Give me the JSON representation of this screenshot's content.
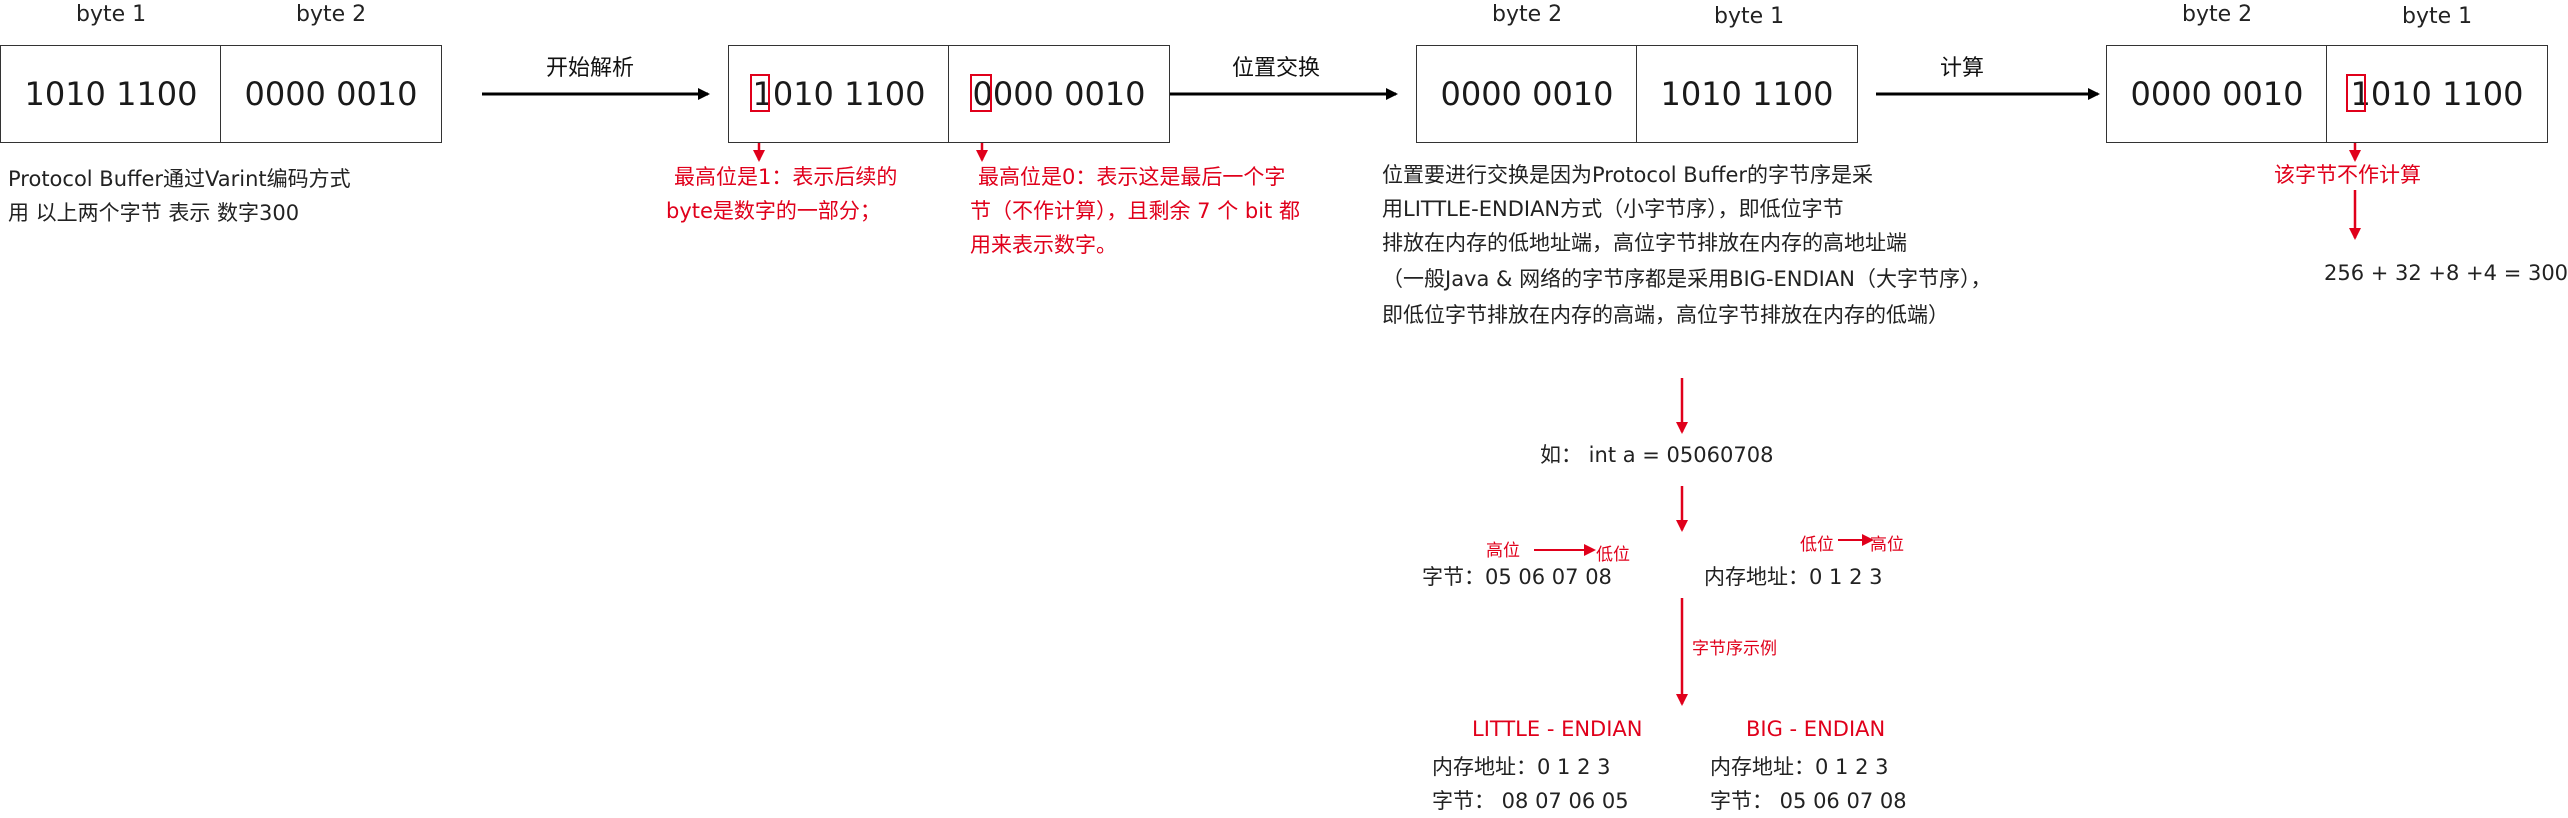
{
  "colors": {
    "accent_red": "#e0001b",
    "stroke": "#000000",
    "box_border": "#333333"
  },
  "stage1": {
    "headers": [
      "byte 1",
      "byte 2"
    ],
    "bytes": [
      "1010 1100",
      "0000 0010"
    ],
    "description": [
      "Protocol Buffer通过Varint编码方式",
      "用 以上两个字节 表示 数字300"
    ]
  },
  "step1_label": "开始解析",
  "stage2": {
    "bytes": [
      "1010 1100",
      "0000 0010"
    ],
    "note1": [
      "最高位是1：表示后续的",
      "byte是数字的一部分；"
    ],
    "note2": [
      "最高位是0：表示这是最后一个字",
      "节（不作计算），且剩余 7 个 bit 都",
      "用来表示数字。"
    ]
  },
  "step2_label": "位置交换",
  "stage3": {
    "headers": [
      "byte 2",
      "byte 1"
    ],
    "bytes": [
      "0000 0010",
      "1010 1100"
    ],
    "explanation": [
      "位置要进行交换是因为Protocol Buffer的字节序是采",
      "用LITTLE-ENDIAN方式（小字节序），即低位字节",
      "排放在内存的低地址端，高位字节排放在内存的高地址端",
      "（一般Java & 网络的字节序都是采用BIG-ENDIAN（大字节序），",
      "即低位字节排放在内存的高端，高位字节排放在内存的低端）"
    ]
  },
  "step3_label": "计算",
  "stage4": {
    "headers": [
      "byte 2",
      "byte 1"
    ],
    "bytes": [
      "0000 0010",
      "1010 1100"
    ],
    "note": "该字节不作计算",
    "result": "256 + 32 +8 +4 = 300"
  },
  "example": {
    "declaration": "如：  int a = 05060708",
    "bytes_label": "字节：05 06 07 08",
    "mem_label": "内存地址：0 1 2 3",
    "high_label": "高位",
    "low_label": "低位",
    "low_label2": "低位",
    "high_label2": "高位",
    "order_label": "字节序示例",
    "little_title": "LITTLE - ENDIAN",
    "big_title": "BIG - ENDIAN",
    "little_rows": [
      "内存地址：0   1   2   3",
      "字节：      08 07 06 05"
    ],
    "big_rows": [
      "内存地址：0   1   2   3",
      "字节：       05   06   07 08"
    ]
  }
}
